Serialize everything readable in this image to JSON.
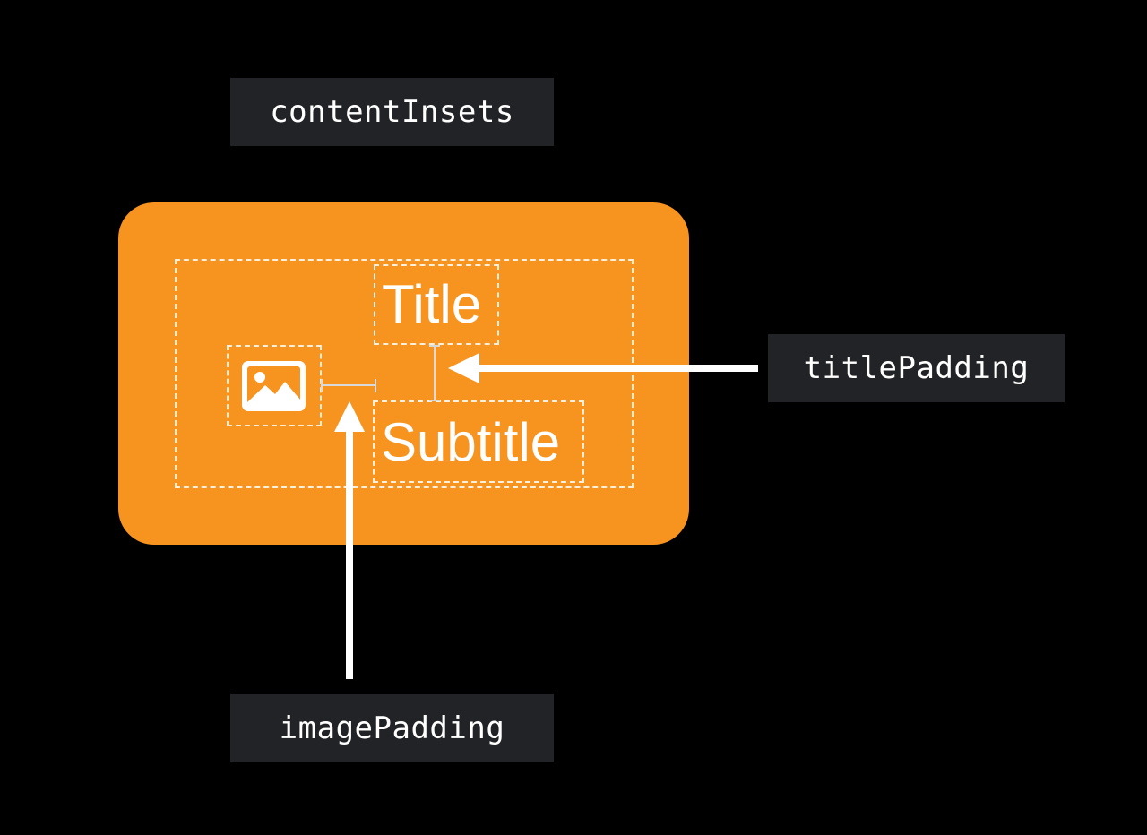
{
  "labels": {
    "content_insets": "contentInsets",
    "title_padding": "titlePadding",
    "image_padding": "imagePadding"
  },
  "button": {
    "title": "Title",
    "subtitle": "Subtitle",
    "image_icon": "photo-icon"
  },
  "colors": {
    "background": "#000000",
    "button_fill": "#f7941f",
    "label_background": "#222326",
    "text": "#ffffff",
    "padding_marker": "#d9d9d9"
  }
}
